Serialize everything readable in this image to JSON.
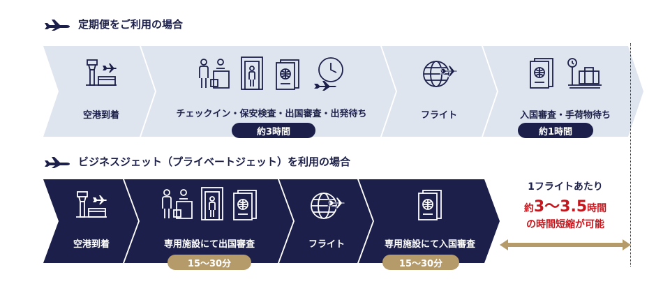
{
  "scheduled": {
    "heading": "定期便をご利用の場合",
    "stages": [
      {
        "label": "空港到着",
        "icons": [
          "control-tower-icon"
        ]
      },
      {
        "label": "チェックイン・保安検査・出国審査・出発待ち",
        "icons": [
          "check-in-counter-icon",
          "security-gate-icon",
          "passport-icon",
          "clock-plane-icon"
        ]
      },
      {
        "label": "フライト",
        "icons": [
          "globe-plane-icon"
        ]
      },
      {
        "label": "入国審査・手荷物待ち",
        "icons": [
          "passport-icon",
          "baggage-scale-icon"
        ]
      }
    ],
    "durations": [
      "約3時間",
      "約1時間"
    ],
    "colors": {
      "band": "#dfe5ef",
      "text": "#1b1f4a",
      "pill": "#1b1f4a"
    }
  },
  "business_jet": {
    "heading": "ビジネスジェット（プライベートジェット）を利用の場合",
    "stages": [
      {
        "label": "空港到着",
        "icons": [
          "control-tower-icon"
        ]
      },
      {
        "label": "専用施設にて出国審査",
        "icons": [
          "check-in-counter-icon",
          "security-gate-icon",
          "passport-icon"
        ]
      },
      {
        "label": "フライト",
        "icons": [
          "globe-plane-icon"
        ]
      },
      {
        "label": "専用施設にて入国審査",
        "icons": [
          "passport-icon"
        ]
      }
    ],
    "durations": [
      "15〜30分",
      "15〜30分"
    ],
    "colors": {
      "band": "#1b1f4a",
      "text": "#ffffff",
      "pill": "#b59a6a"
    }
  },
  "saving": {
    "line1": "1フライトあたり",
    "prefix": "約",
    "amount": "3〜3.5",
    "unit": "時間",
    "line3": "の時間短縮が可能",
    "colors": {
      "accent": "#c4161c",
      "arrow": "#b59a6a"
    }
  }
}
